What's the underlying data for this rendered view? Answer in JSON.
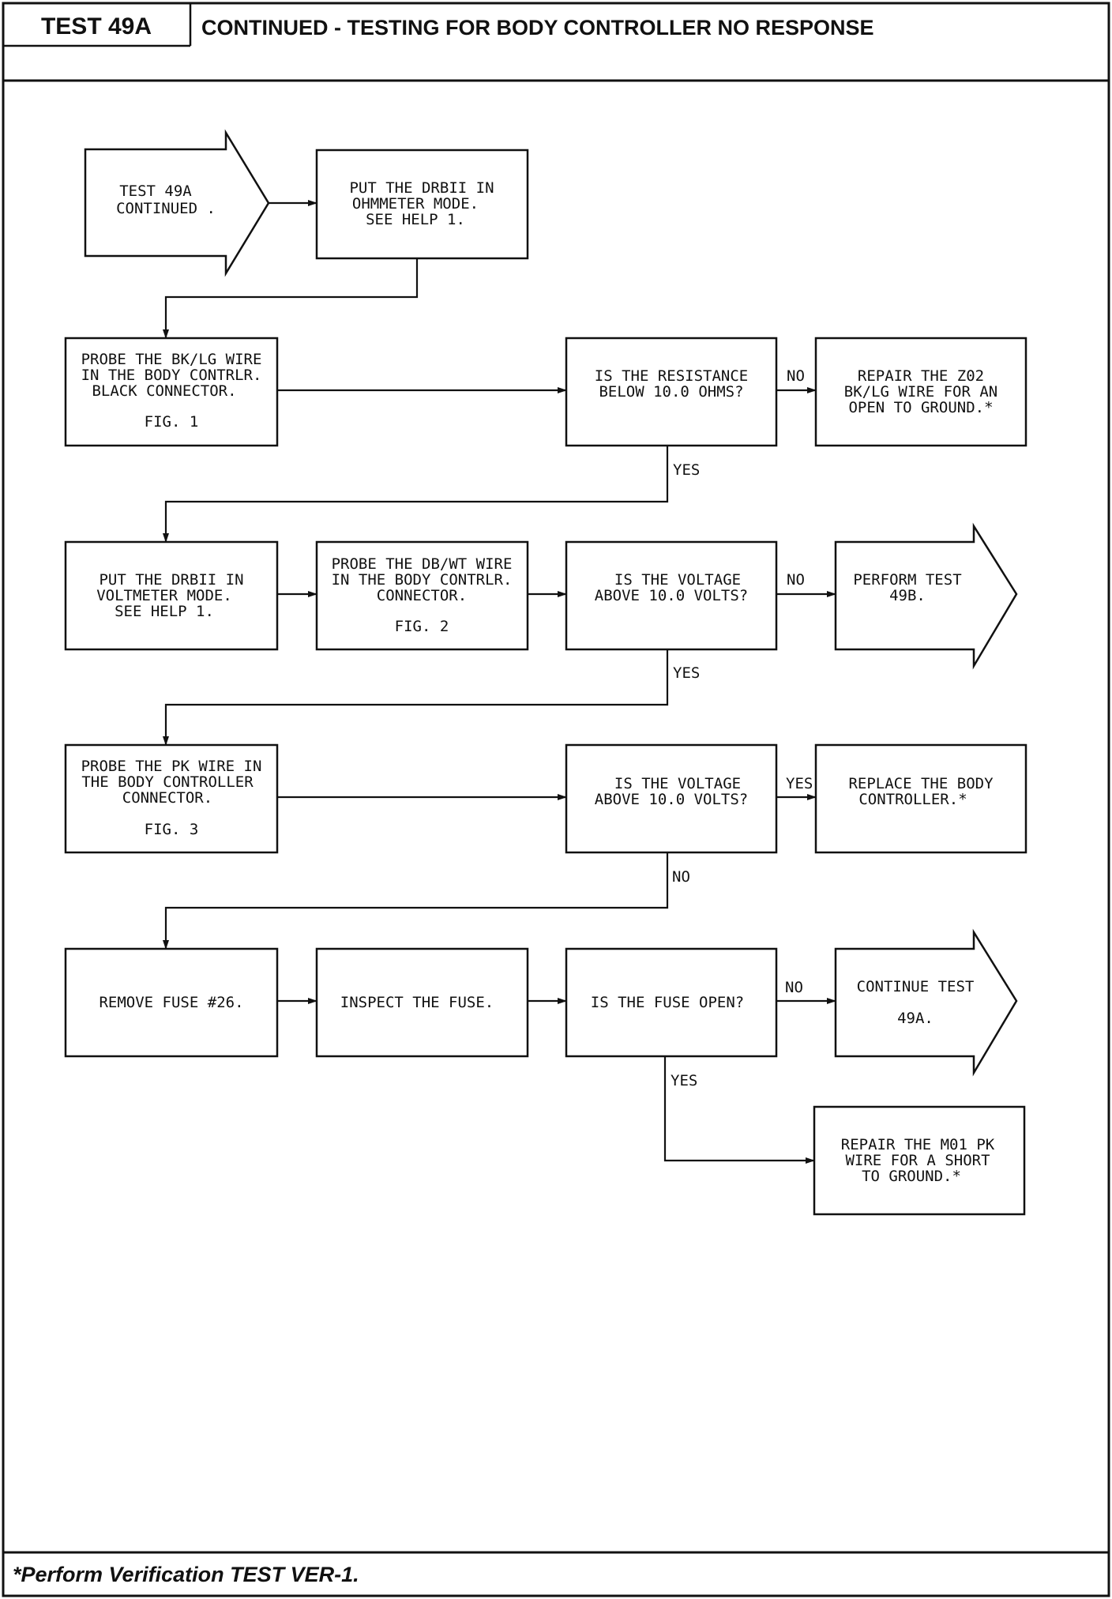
{
  "header": {
    "test_id": "TEST 49A",
    "title": "CONTINUED - TESTING FOR BODY CONTROLLER NO RESPONSE"
  },
  "footer": {
    "note": "*Perform Verification TEST VER-1."
  },
  "flowchart": {
    "start": [
      "TEST 49A",
      "CONTINUED ."
    ],
    "put_ohmmeter": [
      "PUT THE DRBII IN",
      "OHMMETER MODE.",
      "SEE HELP 1."
    ],
    "probe_bklg": [
      "PROBE THE BK/LG WIRE",
      "IN THE BODY CONTRLR.",
      "BLACK CONNECTOR."
    ],
    "probe_bklg_fig": "FIG. 1",
    "q_resistance": [
      "IS THE RESISTANCE",
      "BELOW 10.0 OHMS?"
    ],
    "repair_z02": [
      "REPAIR THE Z02",
      "BK/LG WIRE FOR AN",
      "OPEN TO GROUND.*"
    ],
    "put_voltmeter": [
      "PUT THE DRBII IN",
      "VOLTMETER MODE.",
      "SEE HELP 1."
    ],
    "probe_dbwt": [
      "PROBE THE DB/WT WIRE",
      "IN THE BODY CONTRLR.",
      "CONNECTOR."
    ],
    "probe_dbwt_fig": "FIG. 2",
    "q_voltage_1": [
      "IS THE VOLTAGE",
      "ABOVE 10.0 VOLTS?"
    ],
    "perform_49b": [
      "PERFORM TEST",
      "49B."
    ],
    "probe_pk": [
      "PROBE THE PK WIRE IN",
      "THE BODY CONTROLLER",
      "CONNECTOR."
    ],
    "probe_pk_fig": "FIG. 3",
    "q_voltage_2": [
      "IS THE VOLTAGE",
      "ABOVE 10.0 VOLTS?"
    ],
    "replace_controller": [
      "REPLACE THE BODY",
      "CONTROLLER.*"
    ],
    "remove_fuse": "REMOVE FUSE #26.",
    "inspect_fuse": "INSPECT THE FUSE.",
    "q_fuse_open": "IS THE FUSE OPEN?",
    "continue_49a": [
      "CONTINUE TEST",
      "49A."
    ],
    "repair_m01": [
      "REPAIR THE M01 PK",
      "WIRE FOR A SHORT",
      "TO GROUND.*"
    ],
    "labels": {
      "no_resistance": "NO",
      "yes_resistance": "YES",
      "no_voltage_1": "NO",
      "yes_voltage_1": "YES",
      "yes_voltage_2": "YES",
      "no_voltage_2": "NO",
      "no_fuse": "NO",
      "yes_fuse": "YES"
    }
  }
}
